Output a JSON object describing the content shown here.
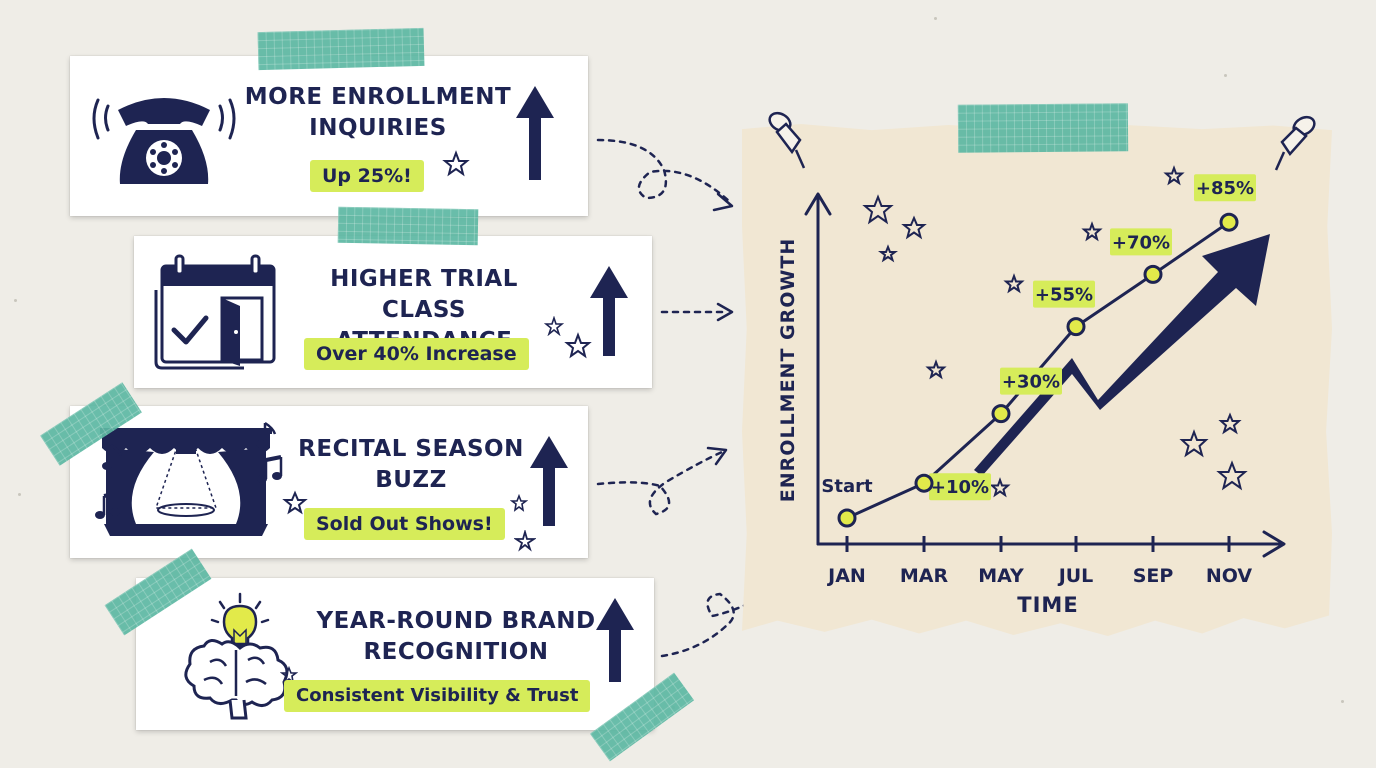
{
  "cards": [
    {
      "title_lines": [
        "More Enrollment",
        "Inquiries"
      ],
      "highlight": "Up 25%!",
      "icon": "telephone-icon"
    },
    {
      "title_lines": [
        "Higher Trial Class",
        "Attendance"
      ],
      "highlight": "Over 40% Increase",
      "icon": "calendar-door-icon"
    },
    {
      "title_lines": [
        "Recital Season",
        "Buzz"
      ],
      "highlight": "Sold Out Shows!",
      "icon": "stage-curtain-icon"
    },
    {
      "title_lines": [
        "Year-Round Brand",
        "Recognition"
      ],
      "highlight": "Consistent Visibility & Trust",
      "icon": "brain-lightbulb-icon"
    }
  ],
  "colors": {
    "ink": "#1e2452",
    "highlight": "#d6ec5a",
    "tape": "#5db8a3",
    "paper": "#f1e7d3",
    "card": "#ffffff",
    "background": "#efede7"
  },
  "chart_data": {
    "type": "line",
    "xlabel": "TIME",
    "ylabel": "ENROLLMENT GROWTH",
    "x": [
      "JAN",
      "MAR",
      "MAY",
      "JUL",
      "SEP",
      "NOV"
    ],
    "series": [
      {
        "values": [
          0,
          10,
          30,
          55,
          70,
          85
        ]
      }
    ],
    "point_labels": [
      "Start",
      "+10%",
      "+30%",
      "+55%",
      "+70%",
      "+85%"
    ],
    "ylim": [
      0,
      100
    ],
    "grid": false,
    "trend_arrow": "up"
  }
}
